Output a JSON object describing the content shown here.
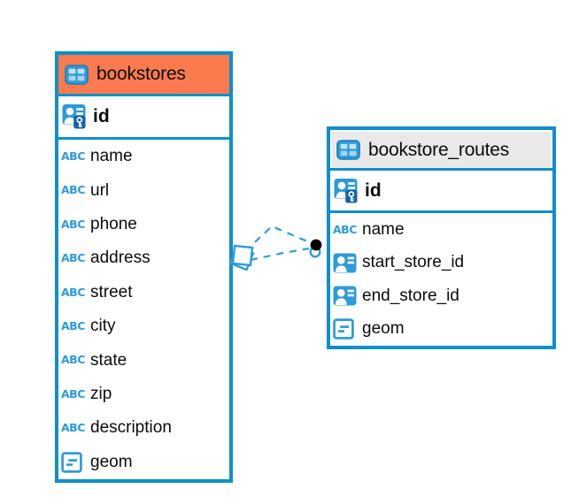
{
  "colors": {
    "table_border": "#0E8FCB",
    "icon_blue": "#2E9BD8",
    "bookstores_header": "#FB7B4E",
    "routes_header": "#E9E9E9",
    "line_blue": "#2E9BD8",
    "endpoint_dot": "#000000"
  },
  "icons": {
    "text_type_label": "ABC"
  },
  "diagram": {
    "tables": [
      {
        "name": "bookstores",
        "icon": "table-icon",
        "primary_key": {
          "name": "id",
          "icon": "person-key-icon"
        },
        "columns": [
          {
            "name": "name",
            "icon": "text-type-icon"
          },
          {
            "name": "url",
            "icon": "text-type-icon"
          },
          {
            "name": "phone",
            "icon": "text-type-icon"
          },
          {
            "name": "address",
            "icon": "text-type-icon"
          },
          {
            "name": "street",
            "icon": "text-type-icon"
          },
          {
            "name": "city",
            "icon": "text-type-icon"
          },
          {
            "name": "state",
            "icon": "text-type-icon"
          },
          {
            "name": "zip",
            "icon": "text-type-icon"
          },
          {
            "name": "description",
            "icon": "text-type-icon"
          },
          {
            "name": "geom",
            "icon": "geometry-type-icon"
          }
        ]
      },
      {
        "name": "bookstore_routes",
        "icon": "table-icon",
        "primary_key": {
          "name": "id",
          "icon": "person-key-icon"
        },
        "columns": [
          {
            "name": "name",
            "icon": "text-type-icon"
          },
          {
            "name": "start_store_id",
            "icon": "person-icon"
          },
          {
            "name": "end_store_id",
            "icon": "person-icon"
          },
          {
            "name": "geom",
            "icon": "geometry-type-icon"
          }
        ]
      }
    ],
    "relationships": [
      {
        "from_table": "bookstore_routes",
        "to_table": "bookstores",
        "style": "dashed"
      },
      {
        "from_table": "bookstore_routes",
        "to_table": "bookstores",
        "style": "dashed"
      }
    ]
  }
}
